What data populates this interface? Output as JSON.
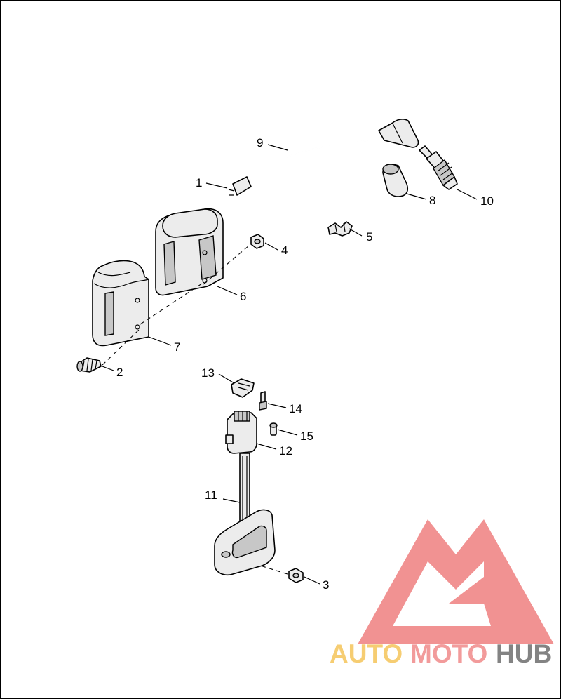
{
  "callouts": [
    {
      "id": "1",
      "label": "1"
    },
    {
      "id": "2",
      "label": "2"
    },
    {
      "id": "3",
      "label": "3"
    },
    {
      "id": "4",
      "label": "4"
    },
    {
      "id": "5",
      "label": "5"
    },
    {
      "id": "6",
      "label": "6"
    },
    {
      "id": "7",
      "label": "7"
    },
    {
      "id": "8",
      "label": "8"
    },
    {
      "id": "9",
      "label": "9"
    },
    {
      "id": "10",
      "label": "10"
    },
    {
      "id": "11",
      "label": "11"
    },
    {
      "id": "12",
      "label": "12"
    },
    {
      "id": "13",
      "label": "13"
    },
    {
      "id": "14",
      "label": "14"
    },
    {
      "id": "15",
      "label": "15"
    }
  ],
  "watermark": {
    "part1": "AUTO",
    "part2": "MOTO",
    "part3": "HUB",
    "color_auto": "#f5c55a",
    "color_moto": "#f08a8a",
    "color_hub": "#6e6e6e",
    "logo_color": "#ef7f7f"
  },
  "colors": {
    "stroke": "#000000",
    "part_fill": "#ececec",
    "background": "#ffffff"
  }
}
